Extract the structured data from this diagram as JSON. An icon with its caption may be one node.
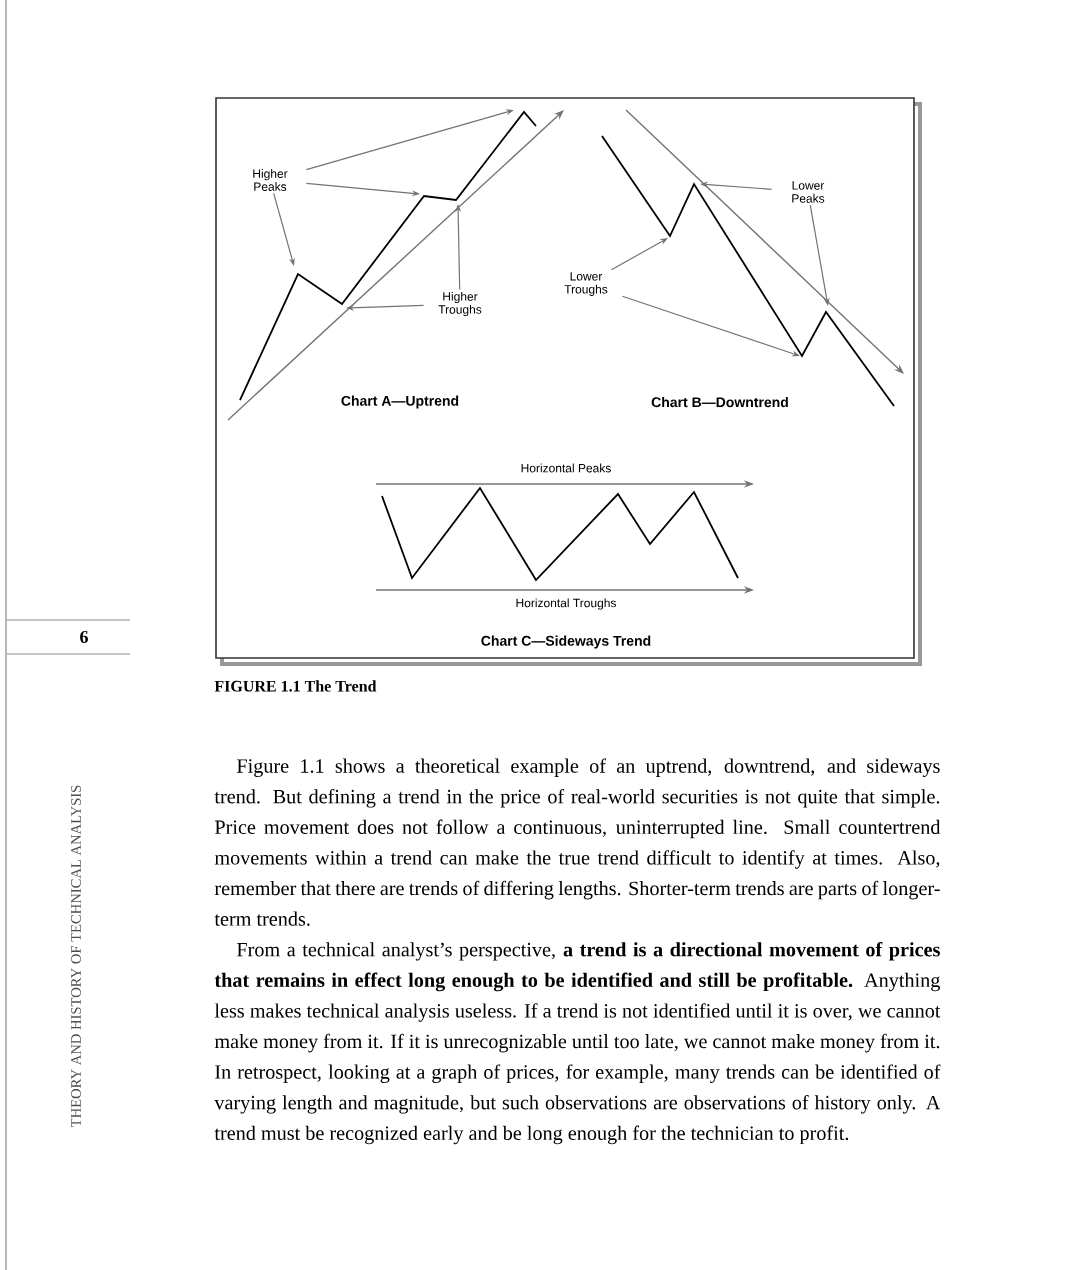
{
  "diagram": {
    "caption": "FIGURE 1.1 The Trend",
    "nodes": [
      {
        "text": [
          "Higher Peaks"
        ]
      },
      {
        "text": [
          "Higher Troughs"
        ]
      },
      {
        "text": [
          "Lower Peaks"
        ]
      },
      {
        "text": [
          "Lower Troughs"
        ]
      }
    ],
    "edges": [
      {
        "from": 0,
        "to": null,
        "arrow": "to"
      },
      {
        "from": 0,
        "to": null,
        "arrow": "to"
      },
      {
        "from": 0,
        "to": null,
        "arrow": "to"
      },
      {
        "from": 1,
        "to": null,
        "arrow": "to"
      },
      {
        "from": 1,
        "to": null,
        "arrow": "to"
      },
      {
        "from": 2,
        "to": null,
        "arrow": "to"
      },
      {
        "from": 2,
        "to": null,
        "arrow": "to"
      },
      {
        "from": 3,
        "to": null,
        "arrow": "to"
      },
      {
        "from": 3,
        "to": null,
        "arrow": "to"
      }
    ],
    "labels": [
      "Chart A—Uptrend",
      "Chart B—Downtrend",
      "Horizontal Peaks",
      "Horizontal Troughs",
      "Chart C—Sideways Trend",
      "6",
      "THEORY AND HISTORY OF TECHNICAL ANALYSIS",
      "Figure 1.1 shows a theoretical example of an uptrend, downtrend, and sideways trend. But defining a trend in the price of real-world securities is not quite that simple. Price movement does not follow a continuous, uninterrupted line. Small countertrend movements within a trend can make the true trend difficult to identify at times. Also, remember that there are trends of differing lengths. Shorter-term trends are parts of longer-term trends.",
      "From a technical analyst’s perspective, **a trend is a directional movement of prices that remains in effect long enough to be identified and still be profitable.** Anything less makes technical analysis useless. If a trend is not identified until it is over, we cannot make money from it. If it is unrecognizable until too late, we cannot make money from it. In retrospect, looking at a graph of prices, for example, many trends can be identified of varying length and magnitude, but such observations are observations of history only. A trend must be recognized early and be long enough for the technician to profit."
    ]
  }
}
